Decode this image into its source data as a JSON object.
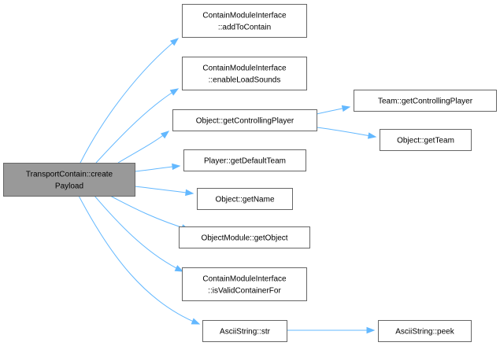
{
  "nodes": {
    "root": {
      "lines": [
        "TransportContain::create",
        "Payload"
      ],
      "root": true
    },
    "add_to_contain": {
      "lines": [
        "ContainModuleInterface",
        "::addToContain"
      ]
    },
    "enable_load": {
      "lines": [
        "ContainModuleInterface",
        "::enableLoadSounds"
      ]
    },
    "get_ctrl_player": {
      "lines": [
        "Object::getControllingPlayer"
      ]
    },
    "team_ctrl_player": {
      "lines": [
        "Team::getControllingPlayer"
      ]
    },
    "get_team": {
      "lines": [
        "Object::getTeam"
      ]
    },
    "default_team": {
      "lines": [
        "Player::getDefaultTeam"
      ]
    },
    "get_name": {
      "lines": [
        "Object::getName"
      ]
    },
    "get_object": {
      "lines": [
        "ObjectModule::getObject"
      ]
    },
    "is_valid": {
      "lines": [
        "ContainModuleInterface",
        "::isValidContainerFor"
      ]
    },
    "str": {
      "lines": [
        "AsciiString::str"
      ]
    },
    "peek": {
      "lines": [
        "AsciiString::peek"
      ]
    }
  },
  "colors": {
    "edge": "#63b8ff",
    "root_fill": "#999999",
    "node_fill": "#ffffff",
    "node_border": "#666666"
  }
}
